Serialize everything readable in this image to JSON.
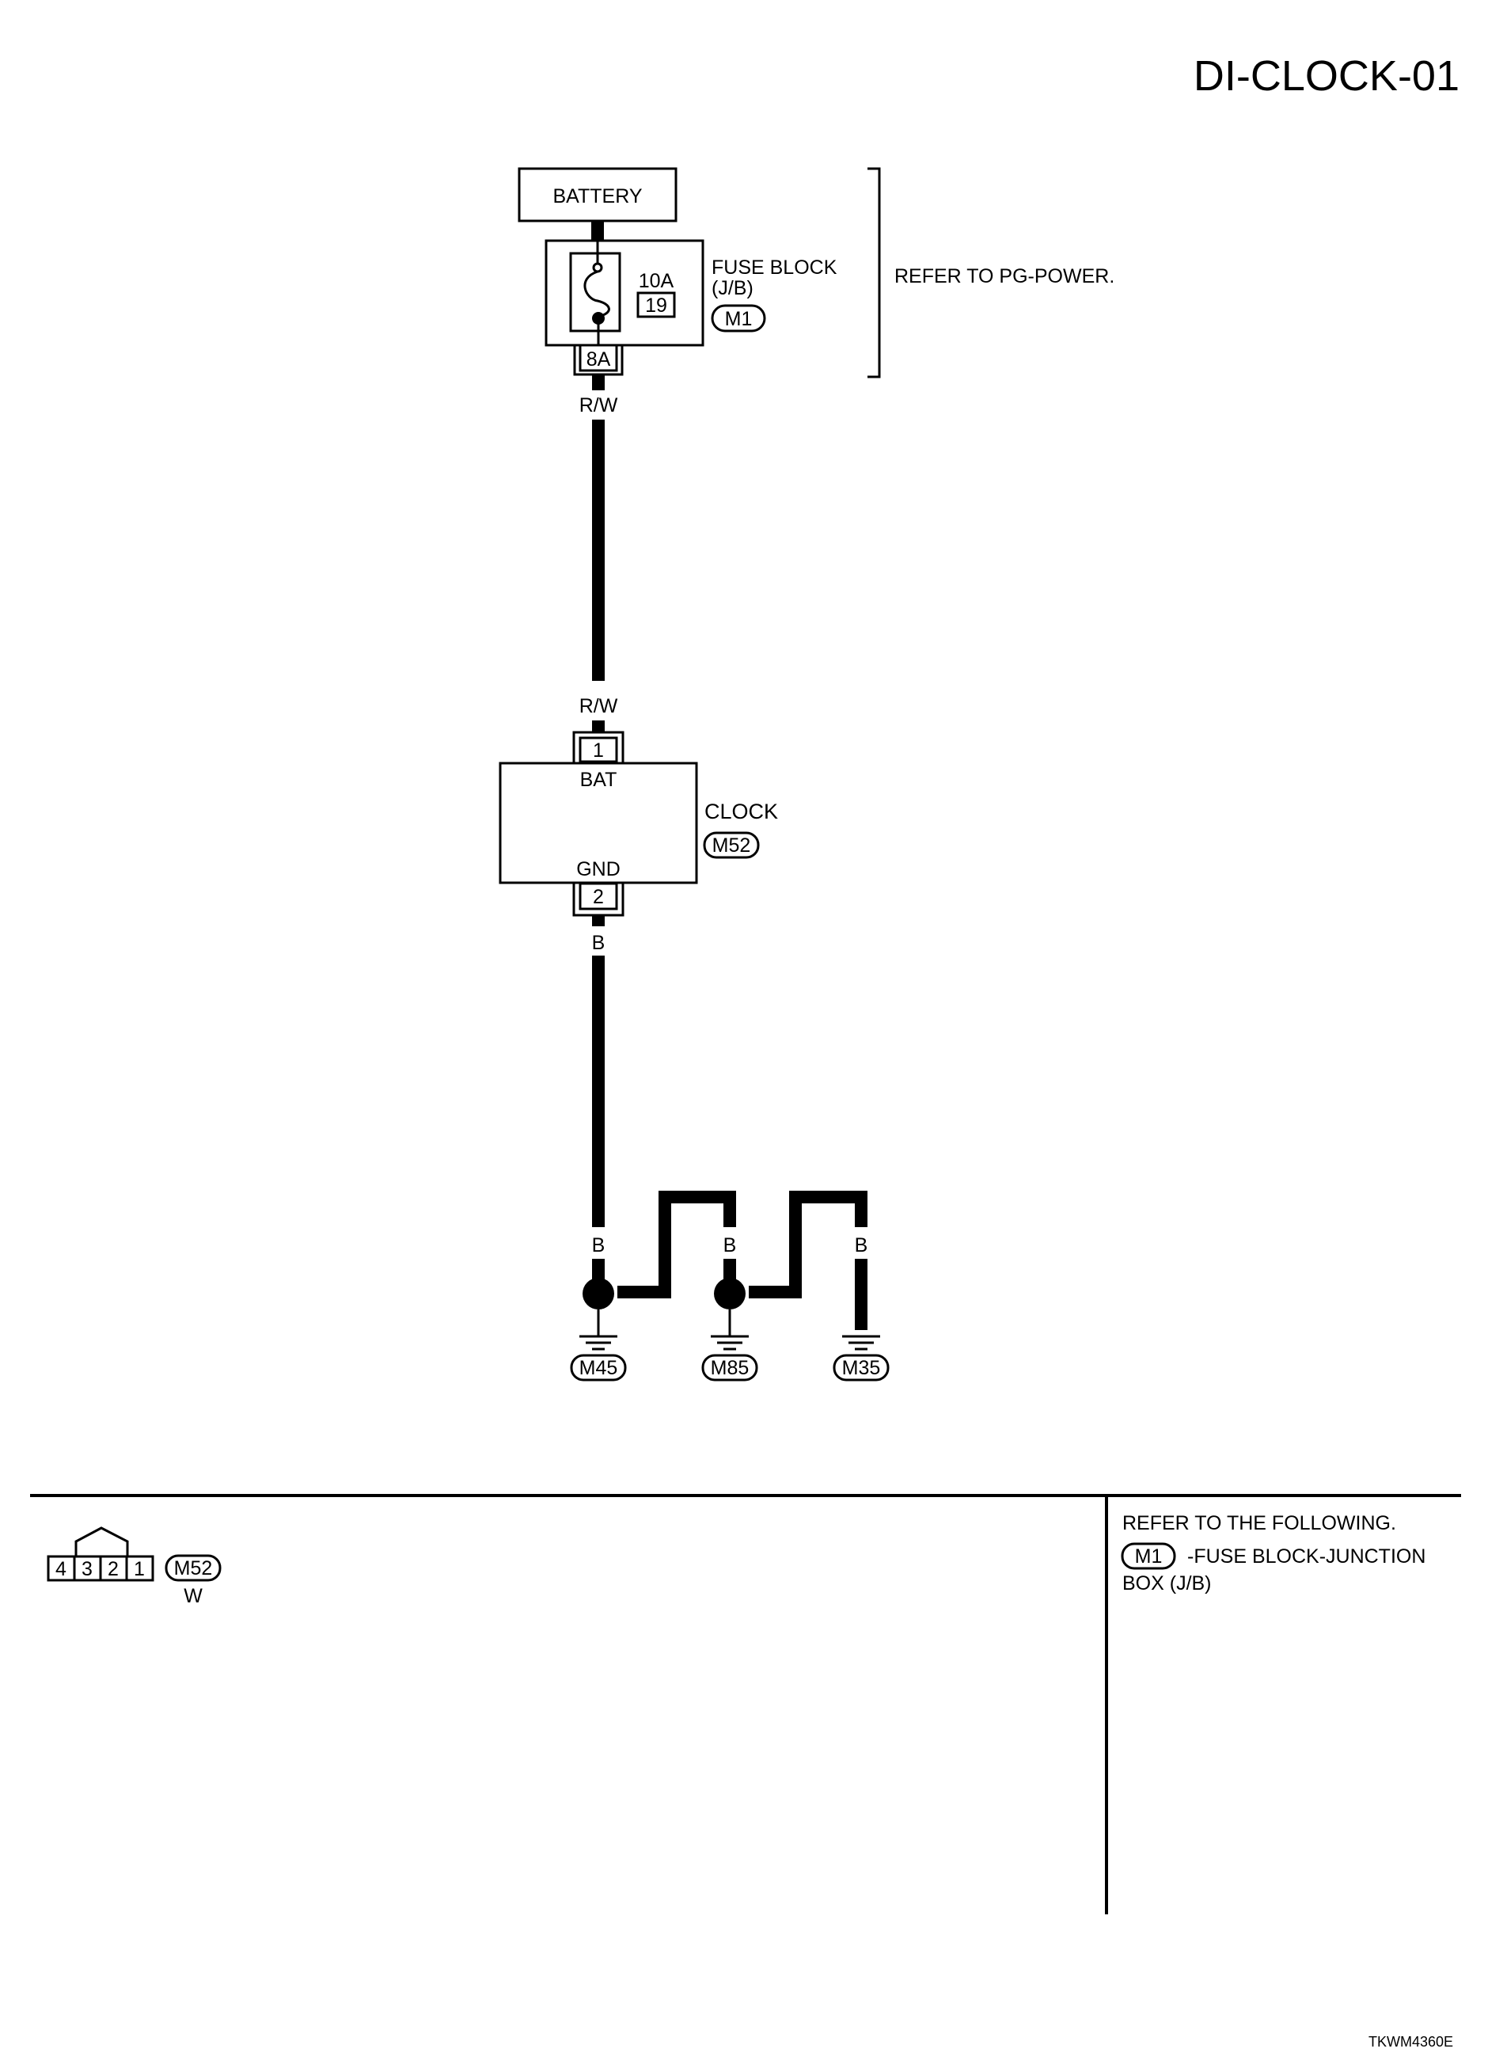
{
  "page": {
    "title": "DI-CLOCK-01",
    "figure_id": "TKWM4360E"
  },
  "power": {
    "battery_label": "BATTERY",
    "fuse_block_label": "FUSE BLOCK",
    "fuse_block_sub": "(J/B)",
    "fuse_amp": "10A",
    "fuse_number": "19",
    "fuse_block_connector": "M1",
    "fuse_output_terminal": "8A",
    "refer_note": "REFER TO PG-POWER."
  },
  "wires": {
    "power_color": "R/W",
    "ground_color": "B"
  },
  "clock": {
    "label": "CLOCK",
    "connector": "M52",
    "terminal_bat_number": "1",
    "terminal_bat_name": "BAT",
    "terminal_gnd_number": "2",
    "terminal_gnd_name": "GND"
  },
  "grounds": [
    {
      "id": "M45"
    },
    {
      "id": "M85"
    },
    {
      "id": "M35"
    }
  ],
  "connector_view": {
    "pins": [
      "4",
      "3",
      "2",
      "1"
    ],
    "connector": "M52",
    "color_code": "W"
  },
  "reference_box": {
    "header": "REFER TO THE FOLLOWING.",
    "connector": "M1",
    "text_line1": "-FUSE BLOCK-JUNCTION",
    "text_line2": "BOX (J/B)"
  }
}
